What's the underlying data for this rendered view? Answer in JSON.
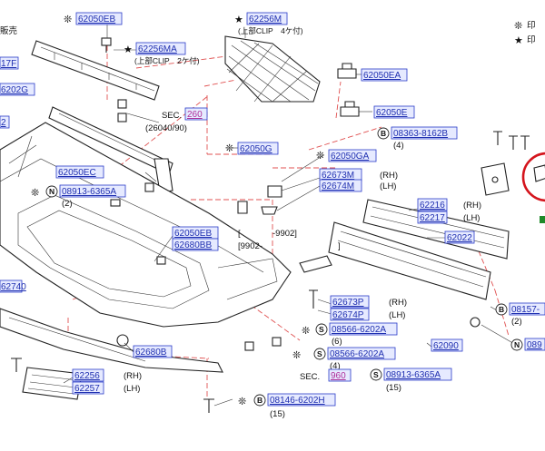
{
  "colors": {
    "part_number": "#1f2fb0",
    "section_ref": "#b0309a",
    "dashed_line": "#e05050",
    "highlight_circle": "#d4141c"
  },
  "icons": {
    "asterisk_symbol": "asterisk-icon",
    "star_symbol": "star-icon"
  },
  "legend": {
    "asterisk_text": "印",
    "star_text": "印"
  },
  "labels": {
    "p62050EB_top": "62050EB",
    "p62256M": "62256M",
    "clip4": "(上部CLIP　4ケ付)",
    "p62256MA": "62256MA",
    "clip2": "(上部CLIP　2ケ付)",
    "edge_kanji": "販売",
    "edge_7F": "17F",
    "edge_6202G": "6202G",
    "edge_2": "2",
    "p62050EA": "62050EA",
    "sec_label1": "SEC.",
    "sec_num1": "260",
    "sec_sub1": "(26040/90)",
    "p62050E": "62050E",
    "p08363": "08363-8162B",
    "q4": "(4)",
    "p62050G": "62050G",
    "p62050GA": "62050GA",
    "p62050EC": "62050EC",
    "p62673M": "62673M",
    "rh1": "(RH)",
    "p62674M": "62674M",
    "lh1": "(LH)",
    "n_mark1": "N",
    "p08913a": "08913-6365A",
    "q2a": "(2)",
    "p62216": "62216",
    "rh2": "(RH)",
    "p62217": "62217",
    "lh2": "(LH)",
    "p62050EB2": "62050EB",
    "p62680BB": "62680BB",
    "bracket1": "-9902]",
    "bracket1_open": "[",
    "bracket2": "[9902-",
    "bracket2_close": "]",
    "p62022": "62022",
    "edge_62740": "62740",
    "p62673P": "62673P",
    "rh3": "(RH)",
    "p62674P": "62674P",
    "lh3": "(LH)",
    "b_mark1": "B",
    "p08157": "08157-",
    "q2b": "(2)",
    "s_mark1": "S",
    "p08566a": "08566-6202A",
    "q6": "(6)",
    "p62680B": "62680B",
    "s_mark2": "S",
    "p08566b": "08566-6202A",
    "q4b": "(4)",
    "p62090": "62090",
    "n_mark2": "N",
    "edge_089": "089",
    "sec_label2": "SEC.",
    "sec_num2": "960",
    "s_mark3": "S",
    "p08913b": "08913-6365A",
    "q15a": "(15)",
    "p62256": "62256",
    "rh4": "(RH)",
    "p62257": "62257",
    "lh4": "(LH)",
    "b_mark2": "B",
    "p08146": "08146-6202H",
    "q15b": "(15)"
  }
}
